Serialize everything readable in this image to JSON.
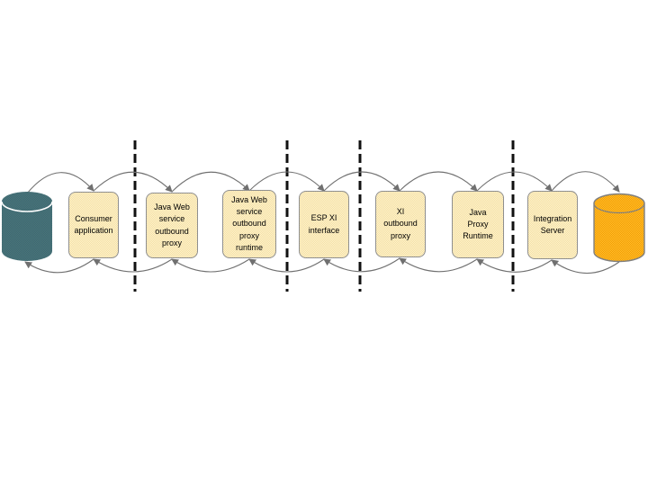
{
  "diagram": {
    "nodes": [
      {
        "label": "Consumer\napplication"
      },
      {
        "label": "Java Web\nservice\noutbound\nproxy"
      },
      {
        "label": "Java Web\nservice\noutbound\nproxy\nruntime"
      },
      {
        "label": "ESP XI\ninterface"
      },
      {
        "label": "XI\noutbound\nproxy"
      },
      {
        "label": "Java\nProxy\nRuntime"
      },
      {
        "label": "Integration\nServer"
      }
    ],
    "endpoint_icons": {
      "left": "database-cylinder-icon",
      "right": "database-cylinder-icon"
    },
    "connector_style": "curved-arcs-top-forward-bottom-return",
    "boundary_lines": 4
  },
  "colors": {
    "bg": "#FFFFFF",
    "box_fill_light": "#FCF3CF",
    "box_fill_dark": "#F6DFA2",
    "box_border": "#8F8F8F",
    "text_color": "#000000",
    "arc_stroke": "#707070",
    "dash_color": "#111111",
    "cyl_left_a": "#3C617B",
    "cyl_left_b": "#4C7C70",
    "cyl_right_a": "#F49D00",
    "cyl_right_b": "#FFBE2E"
  }
}
